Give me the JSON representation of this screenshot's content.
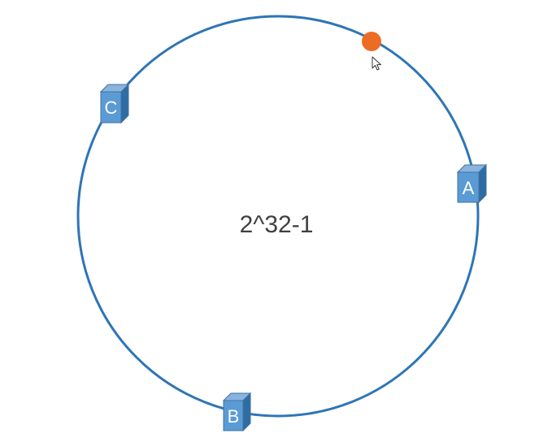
{
  "diagram": {
    "center_label": "2^32-1",
    "colors": {
      "ring": "#2e75b6",
      "server_front": "#5b9bd5",
      "server_side": "#2e6da4",
      "server_top": "#8ab4e0",
      "server_edge": "#41719c",
      "key_point": "#ed6c24",
      "text": "#404040"
    },
    "nodes": [
      {
        "label": "C",
        "icon": "server-box-icon"
      },
      {
        "label": "A",
        "icon": "server-box-icon"
      },
      {
        "label": "B",
        "icon": "server-box-icon"
      }
    ],
    "key_point": {
      "icon": "data-key-dot"
    },
    "cursor": {
      "icon": "mouse-pointer-icon"
    }
  }
}
